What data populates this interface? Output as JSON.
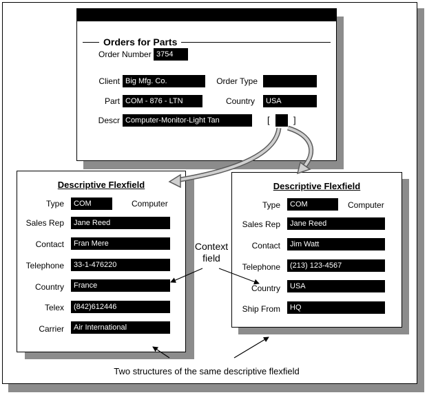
{
  "orders": {
    "title": "Orders for Parts",
    "order_number_label": "Order Number",
    "order_number_value": "3754",
    "client_label": "Client",
    "client_value": "Big Mfg. Co.",
    "order_type_label": "Order Type",
    "order_type_value": "",
    "part_label": "Part",
    "part_value": "COM - 876 - LTN",
    "country_label": "Country",
    "country_value": "USA",
    "descr_label": "Descr",
    "descr_value": "Computer-Monitor-Light Tan",
    "bracket_open": "[",
    "bracket_close": "]"
  },
  "flexfield_left": {
    "title": "Descriptive Flexfield",
    "type_label": "Type",
    "type_value": "COM",
    "type_desc": "Computer",
    "rows": [
      {
        "label": "Sales Rep",
        "value": "Jane Reed"
      },
      {
        "label": "Contact",
        "value": "Fran Mere"
      },
      {
        "label": "Telephone",
        "value": "33-1-476220"
      },
      {
        "label": "Country",
        "value": "France"
      },
      {
        "label": "Telex",
        "value": "(842)612446"
      },
      {
        "label": "Carrier",
        "value": "Air International"
      }
    ]
  },
  "flexfield_right": {
    "title": "Descriptive Flexfield",
    "type_label": "Type",
    "type_value": "COM",
    "type_desc": "Computer",
    "rows": [
      {
        "label": "Sales Rep",
        "value": "Jane Reed"
      },
      {
        "label": "Contact",
        "value": "Jim Watt"
      },
      {
        "label": "Telephone",
        "value": "(213) 123-4567"
      },
      {
        "label": "Country",
        "value": "USA"
      },
      {
        "label": "Ship From",
        "value": "HQ"
      }
    ]
  },
  "annotations": {
    "context_line1": "Context",
    "context_line2": "field",
    "caption": "Two structures of the same descriptive flexfield"
  }
}
